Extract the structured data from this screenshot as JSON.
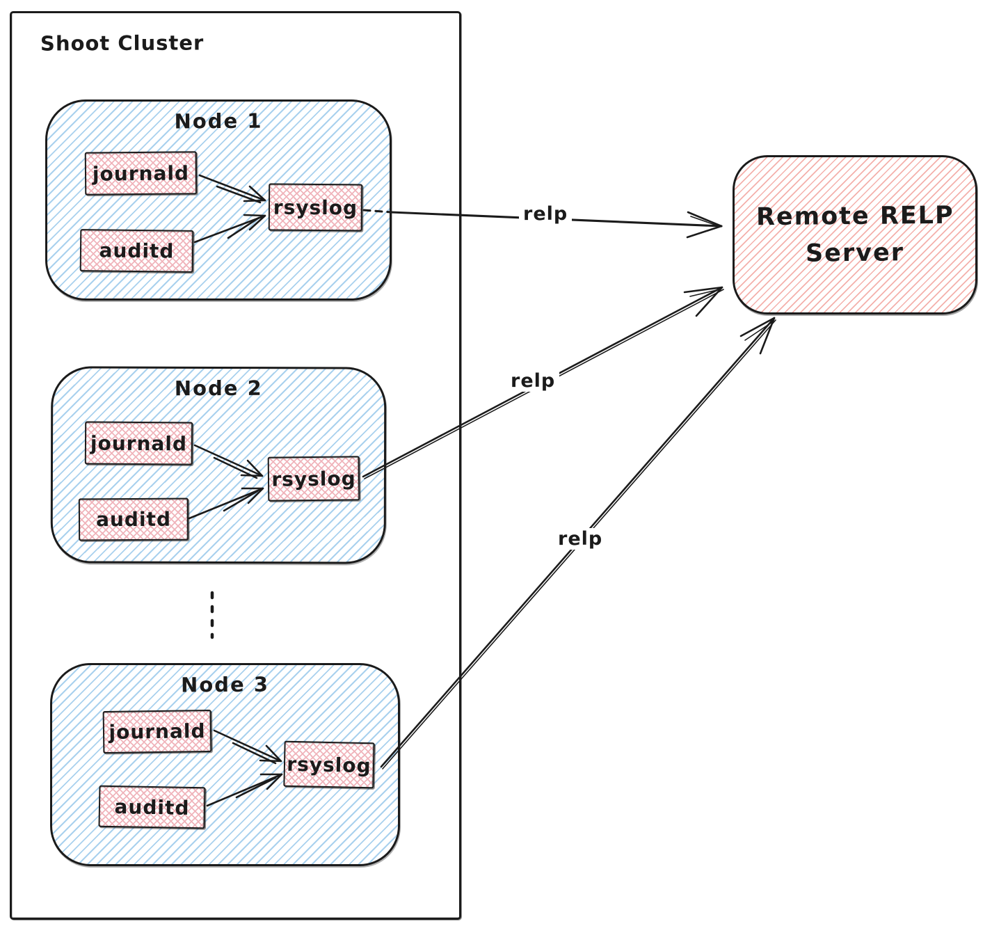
{
  "cluster": {
    "label": "Shoot Cluster"
  },
  "nodes": [
    {
      "label": "Node 1",
      "services": {
        "journald": "journald",
        "auditd": "auditd",
        "rsyslog": "rsyslog"
      }
    },
    {
      "label": "Node 2",
      "services": {
        "journald": "journald",
        "auditd": "auditd",
        "rsyslog": "rsyslog"
      }
    },
    {
      "label": "Node 3",
      "services": {
        "journald": "journald",
        "auditd": "auditd",
        "rsyslog": "rsyslog"
      }
    }
  ],
  "server": {
    "line1": "Remote RELP",
    "line2": "Server"
  },
  "edges": [
    {
      "label": "relp"
    },
    {
      "label": "relp"
    },
    {
      "label": "relp"
    }
  ],
  "colors": {
    "node_fill": "#a9d1ee",
    "service_fill": "#f0b4bb",
    "server_fill": "#f4b0ab",
    "stroke": "#1b1b1b"
  }
}
